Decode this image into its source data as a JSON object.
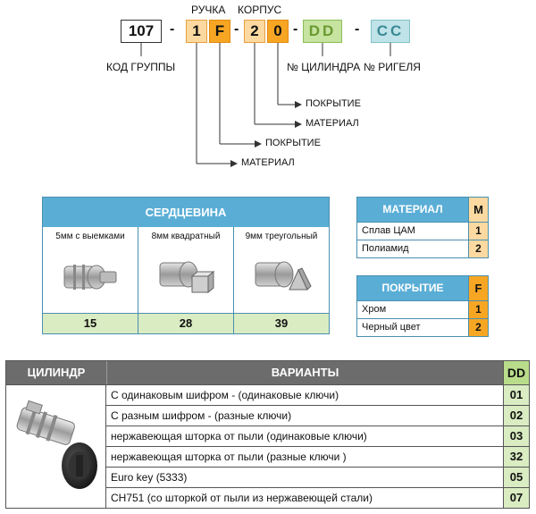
{
  "code": {
    "group": "107",
    "handle_label": "РУЧКА",
    "body_label": "КОРПУС",
    "handle_digit": "1",
    "handle_letter": "F",
    "body_digit": "2",
    "body_letter": "0",
    "cylinder": "DD",
    "bolt": "CC",
    "dash": "-",
    "group_caption": "КОД ГРУППЫ",
    "cylinder_caption": "№ ЦИЛИНДРА",
    "bolt_caption": "№ РИГЕЛЯ",
    "callouts": [
      "ПОКРЫТИЕ",
      "МАТЕРИАЛ",
      "ПОКРЫТИЕ",
      "МАТЕРИАЛ"
    ]
  },
  "core": {
    "title": "СЕРДЦЕВИНА",
    "items": [
      {
        "label": "5мм с выемками",
        "code": "15",
        "icon": "grooved-core-icon"
      },
      {
        "label": "8мм квадратный",
        "code": "28",
        "icon": "square-core-icon"
      },
      {
        "label": "9мм треугольный",
        "code": "39",
        "icon": "triangle-core-icon"
      }
    ]
  },
  "material": {
    "title": "МАТЕРИАЛ",
    "col": "M",
    "rows": [
      {
        "name": "Сплав ЦАМ",
        "code": "1"
      },
      {
        "name": "Полиамид",
        "code": "2"
      }
    ]
  },
  "coating": {
    "title": "ПОКРЫТИЕ",
    "col": "F",
    "rows": [
      {
        "name": "Хром",
        "code": "1"
      },
      {
        "name": "Черный цвет",
        "code": "2"
      }
    ]
  },
  "cylinder": {
    "col1": "ЦИЛИНДР",
    "col2": "ВАРИАНТЫ",
    "col3": "DD",
    "rows": [
      {
        "text": "С одинаковым шифром -  (одинаковые ключи)",
        "code": "01"
      },
      {
        "text": "С разным шифром - (разные ключи)",
        "code": "02"
      },
      {
        "text": "нержавеющая шторка от пыли (одинаковые ключи)",
        "code": "03"
      },
      {
        "text": "нержавеющая шторка от пыли (разные ключи )",
        "code": "32"
      },
      {
        "text": "Euro key  (5333)",
        "code": "05"
      },
      {
        "text": "CH751 (со шторкой от пыли из нержавеющей стали)",
        "code": "07"
      }
    ]
  },
  "colors": {
    "orange": "#f7a623",
    "orange_light": "#fcd9a0",
    "green": "#b9dc8a",
    "green_light": "#d9ecc2",
    "teal": "#a5d8de",
    "blue_head": "#5aaed6",
    "grey_head": "#6c6c6c"
  }
}
